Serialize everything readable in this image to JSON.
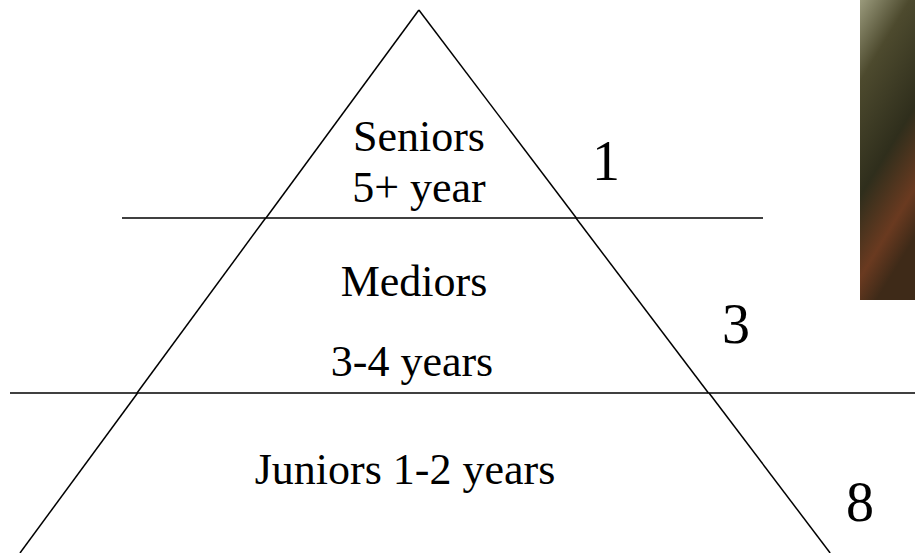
{
  "diagram": {
    "nodes": [
      {
        "text": [
          "Seniors",
          "5+ year"
        ]
      },
      {
        "text": [
          "Mediors",
          "3-4 years"
        ]
      },
      {
        "text": [
          "Juniors 1-2 years"
        ]
      }
    ],
    "labels": [
      "1",
      "3",
      "8"
    ]
  }
}
